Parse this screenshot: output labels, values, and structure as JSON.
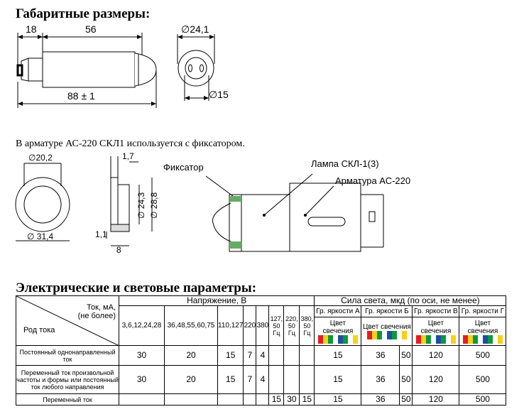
{
  "headings": {
    "dimensions": "Габаритные размеры:",
    "params": "Электрические и световые параметры:"
  },
  "note": "В арматуре АС-220 СКЛ1 используется с фиксатором.",
  "drawing1": {
    "dim_18": "18",
    "dim_56": "56",
    "dim_88": "88  ±  1",
    "dia_24_1": "∅24,1",
    "dia_15": "∅15"
  },
  "drawing2": {
    "dia_20_2": "∅20,2",
    "dia_31_4": "∅ 31,4",
    "dim_1_7": "1,7",
    "dim_1_1": "1,1",
    "dim_8": "8",
    "dia_24_3": "∅ 24,3",
    "dia_28_8": "∅ 28,8"
  },
  "assembly": {
    "label_fixator": "Фиксатор",
    "label_lamp": "Лампа СКЛ-1(3)",
    "label_armature": "Арматура АС-220"
  },
  "table": {
    "corner_top": "Ток, мА,",
    "corner_top2": "(не более)",
    "corner_bottom": "Род тока",
    "voltage_header": "Напряжение, В",
    "voltages": [
      "3,6,12,24,28",
      "36,48,55,60,75",
      "110,127",
      "220",
      "380"
    ],
    "voltages_hz": [
      "127, 50 Гц",
      "220, 50 Гц",
      "380, 50 Гц"
    ],
    "light_header": "Сила света, мкд (по оси, не менее)",
    "groups": [
      "Гр. яркости А",
      "Гр. яркости Б",
      "Гр. яркости В",
      "Гр. яркости Г"
    ],
    "color_label": "Цвет свечения",
    "swatch_colors": [
      "#e31e24",
      "#f7d117",
      "#0a9a3a",
      "#ffffff",
      "#1e4fa3",
      "#0a9a3a",
      "#ffffff",
      "#f7d117"
    ],
    "rows": [
      {
        "label": "Постоянный однонаправленный ток",
        "v": [
          "30",
          "20",
          "15",
          "7",
          "4",
          "",
          "",
          ""
        ],
        "light": [
          "15",
          "36",
          "50",
          "120",
          "500"
        ]
      },
      {
        "label": "Переменный ток произвольной частоты и формы или постоянный ток любого направления",
        "v": [
          "30",
          "20",
          "15",
          "7",
          "4",
          "",
          "",
          ""
        ],
        "light": [
          "15",
          "36",
          "50",
          "120",
          "500"
        ]
      },
      {
        "label": "Переменный ток",
        "v": [
          "",
          "",
          "",
          "",
          "",
          "15",
          "30",
          "15"
        ],
        "light": [
          "15",
          "36",
          "50",
          "120",
          "500"
        ]
      }
    ]
  }
}
